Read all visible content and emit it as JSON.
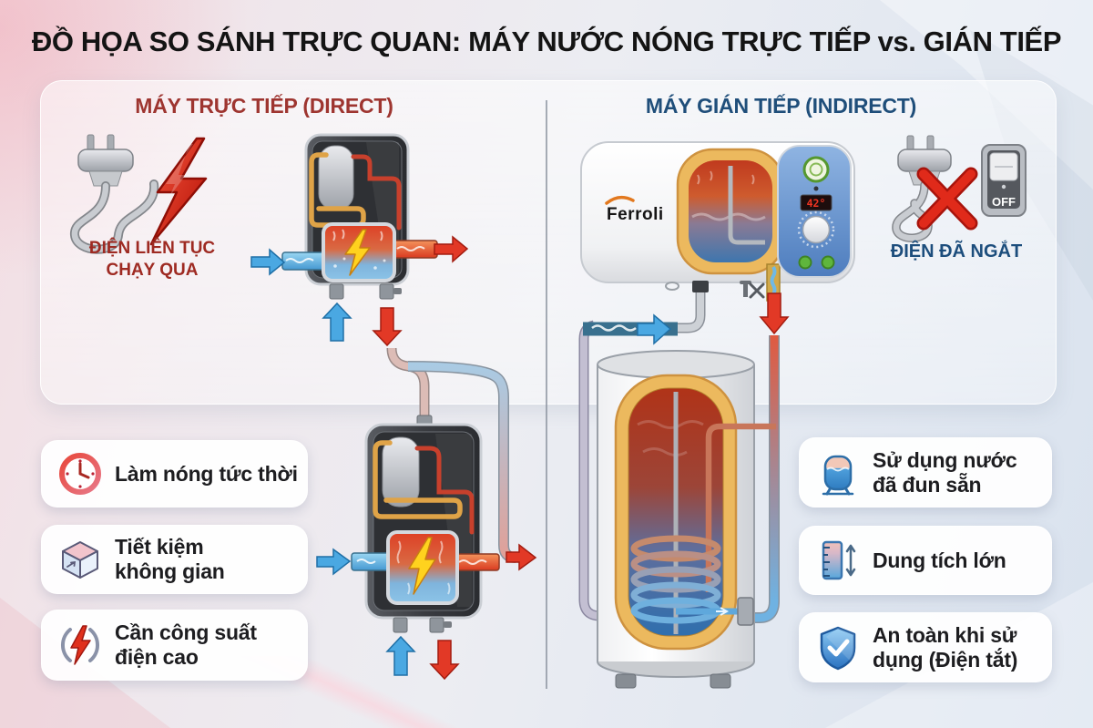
{
  "title": "ĐỒ HỌA SO SÁNH TRỰC QUAN: MÁY NƯỚC NÓNG TRỰC TIẾP vs. GIÁN TIẾP",
  "left": {
    "header": "MÁY TRỰC TIẾP (DIRECT)",
    "power_status": "ĐIỆN LIÊN TỤC\nCHẠY QUA",
    "features": [
      {
        "icon": "clock-icon",
        "label": "Làm nóng tức thời"
      },
      {
        "icon": "cube-icon",
        "label": "Tiết kiệm\nkhông gian"
      },
      {
        "icon": "power-bolt-icon",
        "label": "Cần công suất\nđiện cao"
      }
    ]
  },
  "right": {
    "header": "MÁY GIÁN TIẾP (INDIRECT)",
    "power_status": "ĐIỆN ĐÃ NGẮT",
    "switch_label": "OFF",
    "heater_brand": "Ferroli",
    "temperature_display": "42°",
    "features": [
      {
        "icon": "water-tank-icon",
        "label": "Sử dụng nước\nđã đun sẵn"
      },
      {
        "icon": "capacity-ruler-icon",
        "label": "Dung tích lớn"
      },
      {
        "icon": "shield-check-icon",
        "label": "An toàn khi sử\ndụng (Điện tắt)"
      }
    ]
  },
  "colors": {
    "direct_accent": "#9e3530",
    "indirect_accent": "#1f4e7a",
    "hot": "#e23926",
    "cold": "#4aa8e2",
    "coil_orange": "#dfa347"
  }
}
